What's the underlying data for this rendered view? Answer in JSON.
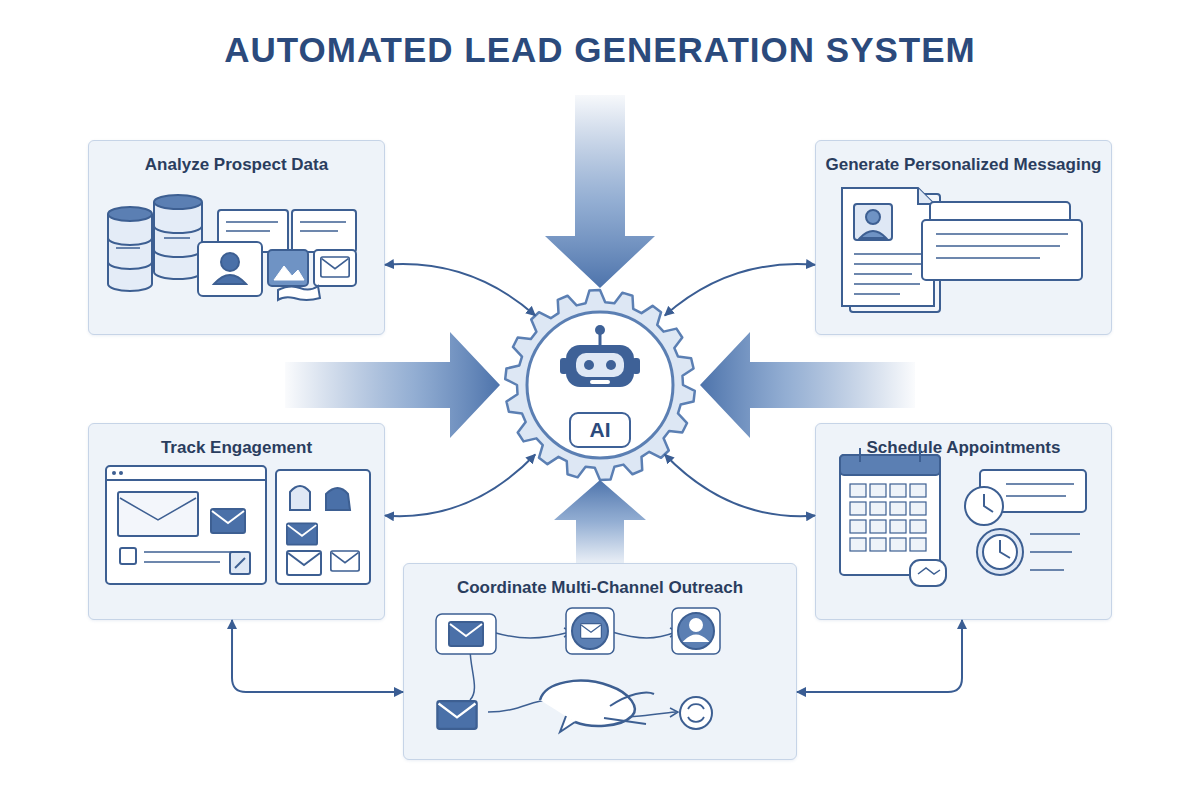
{
  "diagram": {
    "title": "AUTOMATED LEAD GENERATION SYSTEM",
    "nodes": [
      {
        "text": [
          "Analyze Prospect Data"
        ]
      },
      {
        "text": [
          "Generate Personalized Messaging"
        ]
      },
      {
        "text": [
          "AI"
        ]
      },
      {
        "text": [
          "Track Engagement"
        ]
      },
      {
        "text": [
          "Schedule Appointments"
        ]
      },
      {
        "text": [
          "Coordinate Multi-Channel Outreach"
        ]
      }
    ],
    "edges": [
      {
        "from": 0,
        "to": 2,
        "arrow": "both"
      },
      {
        "from": 1,
        "to": 2,
        "arrow": "both"
      },
      {
        "from": 3,
        "to": 2,
        "arrow": "both"
      },
      {
        "from": 4,
        "to": 2,
        "arrow": "both"
      },
      {
        "from": 3,
        "to": 5,
        "arrow": "both"
      },
      {
        "from": 5,
        "to": 4,
        "arrow": "both"
      },
      {
        "from": 5,
        "to": 2,
        "arrow": "to"
      }
    ]
  }
}
